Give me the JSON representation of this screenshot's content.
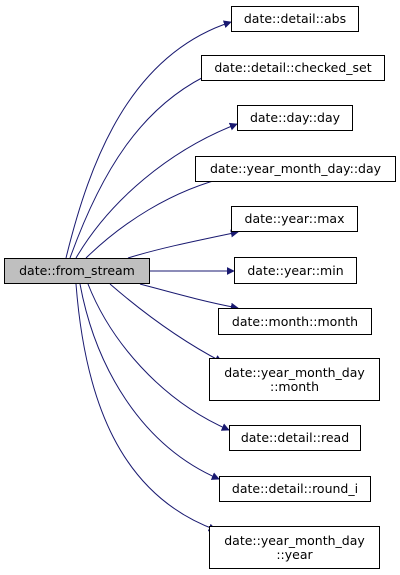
{
  "colors": {
    "edge": "#191970",
    "node_border": "#000000",
    "root_fill": "#bfbfbf",
    "node_fill": "#ffffff"
  },
  "graph": {
    "root": {
      "id": "from_stream",
      "label": "date::from_stream"
    },
    "callees": [
      {
        "id": "abs",
        "lines": [
          "date::detail::abs"
        ]
      },
      {
        "id": "checked_set",
        "lines": [
          "date::detail::checked_set"
        ]
      },
      {
        "id": "day_day",
        "lines": [
          "date::day::day"
        ]
      },
      {
        "id": "ymd_day",
        "lines": [
          "date::year_month_day::day"
        ]
      },
      {
        "id": "year_max",
        "lines": [
          "date::year::max"
        ]
      },
      {
        "id": "year_min",
        "lines": [
          "date::year::min"
        ]
      },
      {
        "id": "month_month",
        "lines": [
          "date::month::month"
        ]
      },
      {
        "id": "ymd_month",
        "lines": [
          "date::year_month_day",
          "::month"
        ]
      },
      {
        "id": "read",
        "lines": [
          "date::detail::read"
        ]
      },
      {
        "id": "round_i",
        "lines": [
          "date::detail::round_i"
        ]
      },
      {
        "id": "ymd_year",
        "lines": [
          "date::year_month_day",
          "::year"
        ]
      }
    ]
  }
}
